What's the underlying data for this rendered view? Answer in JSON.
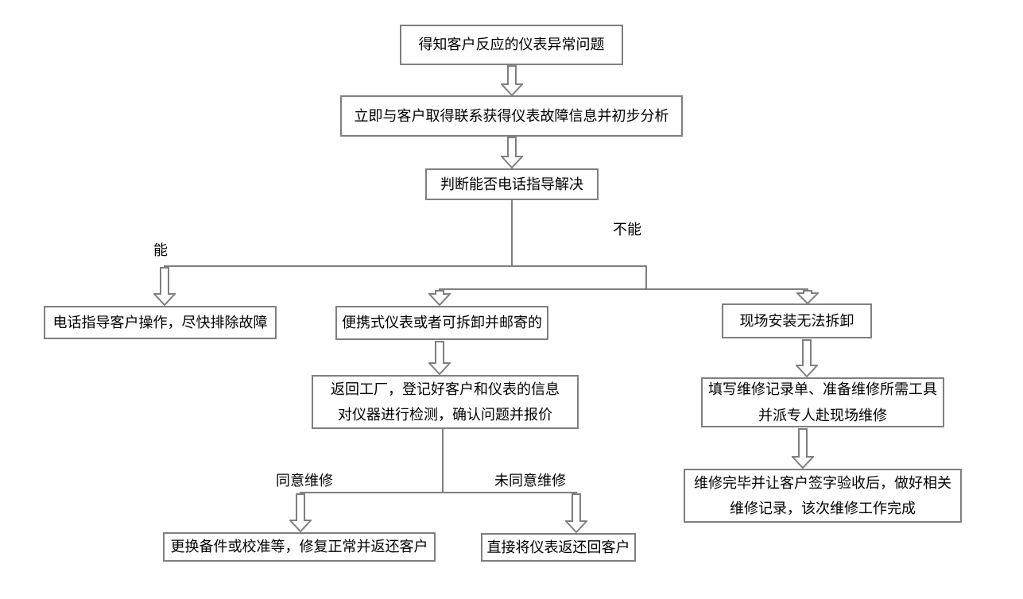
{
  "colors": {
    "line": "#7f7f7f",
    "text": "#000000",
    "background": "#ffffff"
  },
  "diagram": {
    "nodes": {
      "problem_reported": {
        "label": "得知客户反应的仪表异常问题"
      },
      "contact_customer": {
        "label": "立即与客户取得联系获得仪表故障信息并初步分析"
      },
      "judge_phone_solve": {
        "label": "判断能否电话指导解决"
      },
      "phone_guide": {
        "label": "电话指导客户操作，尽快排除故障"
      },
      "portable": {
        "label": "便携式仪表或者可拆卸并邮寄的"
      },
      "return_factory": {
        "label": "返回工厂，登记好客户和仪表的信息\n对仪器进行检测，确认问题并报价"
      },
      "onsite_installed": {
        "label": "现场安装无法拆卸"
      },
      "fill_record": {
        "label": "填写维修记录单、准备维修所需工具\n并派专人赴现场维修"
      },
      "repair_complete": {
        "label": "维修完毕并让客户签字验收后，做好相关\n维修记录，该次维修工作完成"
      },
      "replace_parts": {
        "label": "更换备件或校准等，修复正常并返还客户"
      },
      "direct_return": {
        "label": "直接将仪表返还回客户"
      }
    },
    "edge_labels": {
      "can": "能",
      "cannot": "不能",
      "agree": "同意维修",
      "disagree": "未同意维修"
    }
  }
}
